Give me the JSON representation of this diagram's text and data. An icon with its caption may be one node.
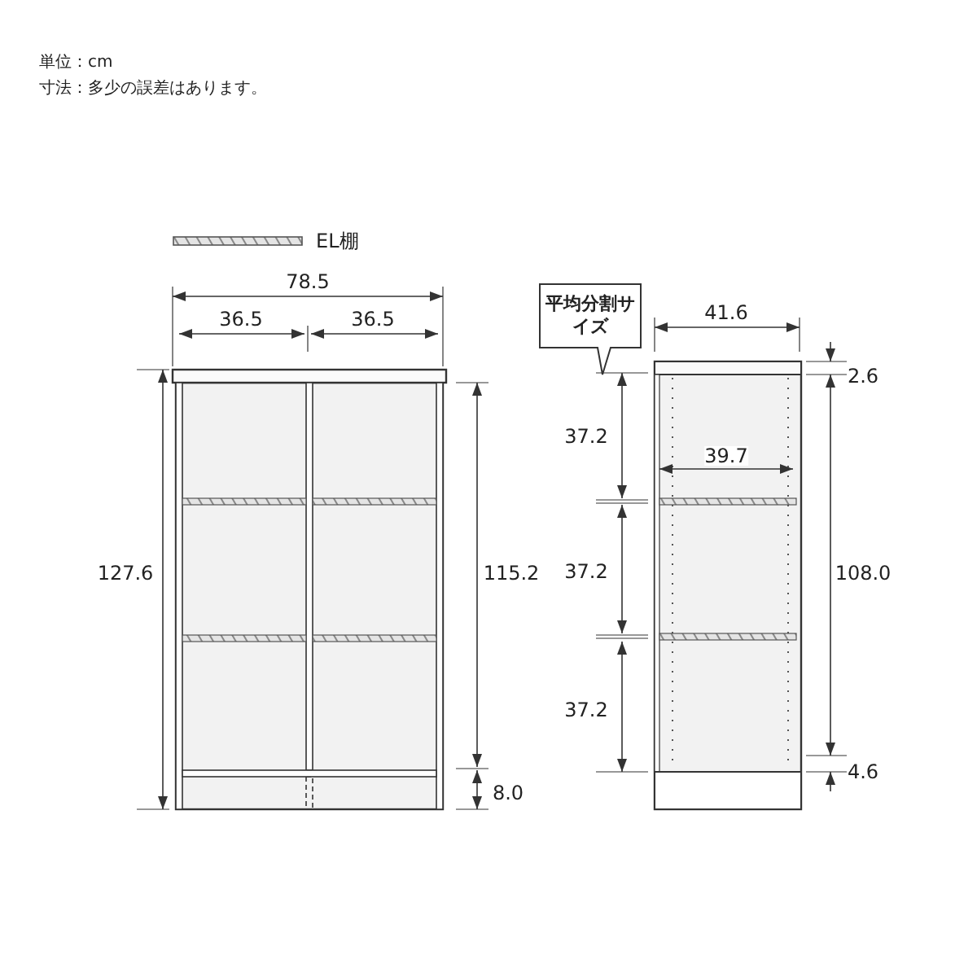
{
  "diagram": {
    "nodes": [
      {
        "text": [
          "平均分割サイズ"
        ]
      }
    ],
    "edges": [],
    "labels": [
      "単位：cm",
      "寸法：多少の誤差はあります。",
      "78.5",
      "36.5",
      "36.5",
      "127.6",
      "115.2",
      "8.0",
      "41.6",
      "37.2",
      "39.7",
      "2.6",
      "108.0",
      "37.2",
      "37.2",
      "4.6"
    ],
    "legend": [
      {
        "text": "EL棚"
      }
    ]
  }
}
